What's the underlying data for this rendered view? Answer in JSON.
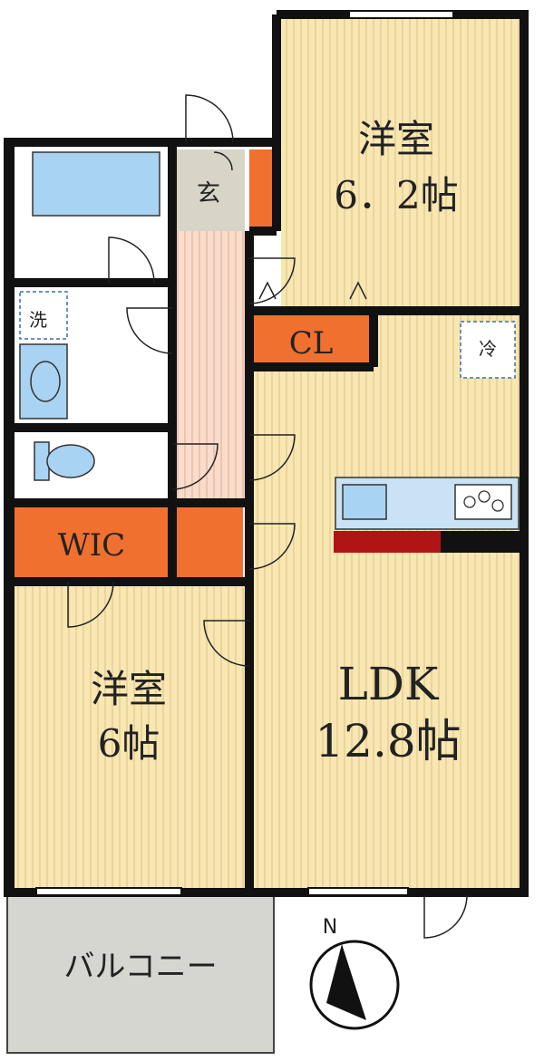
{
  "rooms": {
    "bedroom_north": {
      "name": "洋室",
      "size": "6．2帖"
    },
    "bedroom_south": {
      "name": "洋室",
      "size": "6帖"
    },
    "ldk": {
      "name": "LDK",
      "size": "12.8帖"
    },
    "closet": {
      "name": "CL"
    },
    "walk_in_closet": {
      "name": "WIC"
    },
    "entrance": {
      "name": "玄"
    },
    "laundry": {
      "name": "洗"
    },
    "fridge": {
      "name": "冷"
    },
    "balcony": {
      "name": "バルコニー"
    }
  },
  "compass": {
    "label": "N"
  },
  "colors": {
    "floor_wood": "#f8e7b3",
    "floor_grain": "#e2c98a",
    "wall": "#111111",
    "storage": "#f07030",
    "water_fixture": "#a9d3f2",
    "counter_dark": "#b01515",
    "balcony": "#d6d6d0",
    "entrance_tile": "#d9d4c8",
    "hallway": "#f8d8c8"
  }
}
